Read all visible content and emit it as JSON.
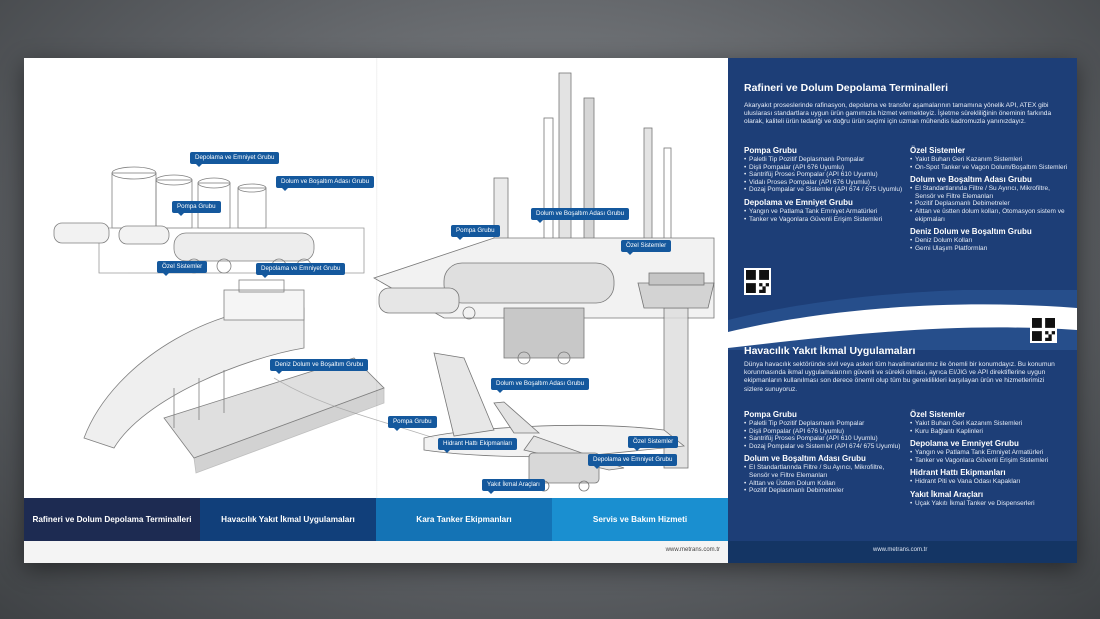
{
  "left_page": {
    "tags": [
      "Depolama ve Emniyet Grubu",
      "Dolum ve Boşaltım Adası Grubu",
      "Pompa Grubu",
      "Özel Sistemler",
      "Depolama ve Emniyet Grubu",
      "Dolum ve Boşaltım Adası Grubu",
      "Pompa Grubu",
      "Özel Sistemler",
      "Deniz Dolum ve Boşaltım Grubu",
      "Dolum ve Boşaltım Adası Grubu",
      "Pompa Grubu",
      "Hidrant Hattı Ekipmanları",
      "Özel Sistemler",
      "Depolama ve Emniyet Grubu",
      "Yakıt İkmal Araçları"
    ],
    "tabs": [
      "Rafineri ve Dolum Depolama Terminalleri",
      "Havacılık Yakıt İkmal Uygulamaları",
      "Kara Tanker Ekipmanları",
      "Servis ve Bakım Hizmeti"
    ],
    "url": "www.metrans.com.tr"
  },
  "right_page": {
    "s1": {
      "title": "Rafineri ve Dolum Depolama Terminalleri",
      "intro": "Akaryakıt proseslerinde rafinasyon, depolama ve transfer aşamalarının tamamına yönelik API, ATEX gibi uluslarası standartlara uygun ürün gamımızla hizmet vermekteyiz. İşletme sürekliliğinin öneminin farkında olarak, kaliteli ürün tedariği ve doğru ürün seçimi için uzman mühendis kadromuzla yanınızdayız.",
      "left_col": [
        {
          "h": "Pompa Grubu",
          "items": [
            "Paletli Tip Pozitif Deplasmanlı Pompalar",
            "Dişli Pompalar (API 676 Uyumlu)",
            "Santrifüj Proses Pompalar (API 610 Uyumlu)",
            "Vidalı Proses Pompalar (API 676 Uyumlu)",
            "Dozaj Pompalar ve Sistemler (API 674 / 675 Uyumlu)"
          ]
        },
        {
          "h": "Depolama ve Emniyet Grubu",
          "items": [
            "Yangın ve Patlama Tank Emniyet Armatürleri",
            "Tanker ve Vagonlara Güvenli Erişim Sistemleri"
          ]
        }
      ],
      "right_col": [
        {
          "h": "Özel Sistemler",
          "items": [
            "Yakıt Buharı Geri Kazanım Sistemleri",
            "On-Spot Tanker ve Vagon Dolum/Boşaltım Sistemleri"
          ]
        },
        {
          "h": "Dolum ve Boşaltım Adası Grubu",
          "items": [
            "El Standartlarında Filtre / Su Ayırıcı, Mikrofiltre, Sensör ve Filtre Elemanları",
            "Pozitif Deplasmanlı Debimetreler",
            "Alttan ve üstten dolum kolları, Otomasyon sistem ve ekipmaları"
          ]
        },
        {
          "h": "Deniz Dolum ve Boşaltım Grubu",
          "items": [
            "Deniz Dolum Kolları",
            "Gemi Ulaşım Platformları"
          ]
        }
      ]
    },
    "s2": {
      "title": "Havacılık Yakıt İkmal Uygulamaları",
      "intro": "Dünya havacılık sektöründe sivil veya askeri tüm havalimanlarımız ile önemli bir konumdayız. Bu konumun korunmasında ikmal uygulamalarının güvenli ve sürekli olması, ayrıca EI/JIG ve API direktiflerine uygun ekipmanların kullanılması son derece önemli olup tüm bu gereklilikleri karşılayan ürün ve hizmetlerimizi sizlere sunuyoruz.",
      "left_col": [
        {
          "h": "Pompa Grubu",
          "items": [
            "Paletli Tip Pozitif Deplasmanlı Pompalar",
            "Dişli Pompalar (API 676 Uyumlu)",
            "Santrifüj Proses Pompalar (API 610 Uyumlu)",
            "Dozaj Pompalar ve Sistemler (API 674/ 675 Uyumlu)"
          ]
        },
        {
          "h": "Dolum ve Boşaltım Adası Grubu",
          "items": [
            "EI Standartlarında Filtre / Su Ayırıcı, Mikrofiltre, Sensör ve Filtre Elemanları",
            "Alttan ve Üstten Dolum Kolları",
            "Pozitif Deplasmanlı Debimetreler"
          ]
        }
      ],
      "right_col": [
        {
          "h": "Özel Sistemler",
          "items": [
            "Yakıt Buharı Geri Kazanım Sistemleri",
            "Kuru Bağlantı Kaplinleri"
          ]
        },
        {
          "h": "Depolama ve Emniyet Grubu",
          "items": [
            "Yangın ve Patlama Tank Emniyet Armatürleri",
            "Tanker ve Vagonlara Güvenli Erişim Sistemleri"
          ]
        },
        {
          "h": "Hidrant Hattı Ekipmanları",
          "items": [
            "Hidrant Piti ve Vana Odası Kapakları"
          ]
        },
        {
          "h": "Yakıt İkmal Araçları",
          "items": [
            "Uçak Yakıtı İkmal Tanker ve Dispenserleri"
          ]
        }
      ]
    },
    "url": "www.metrans.com.tr"
  },
  "colors": {
    "navy": "#1d3e77",
    "tag_blue": "#14589d",
    "tab1": "#1d2b52",
    "tab2": "#113f7a",
    "tab3": "#1473b5",
    "tab4": "#1a8fd0"
  }
}
